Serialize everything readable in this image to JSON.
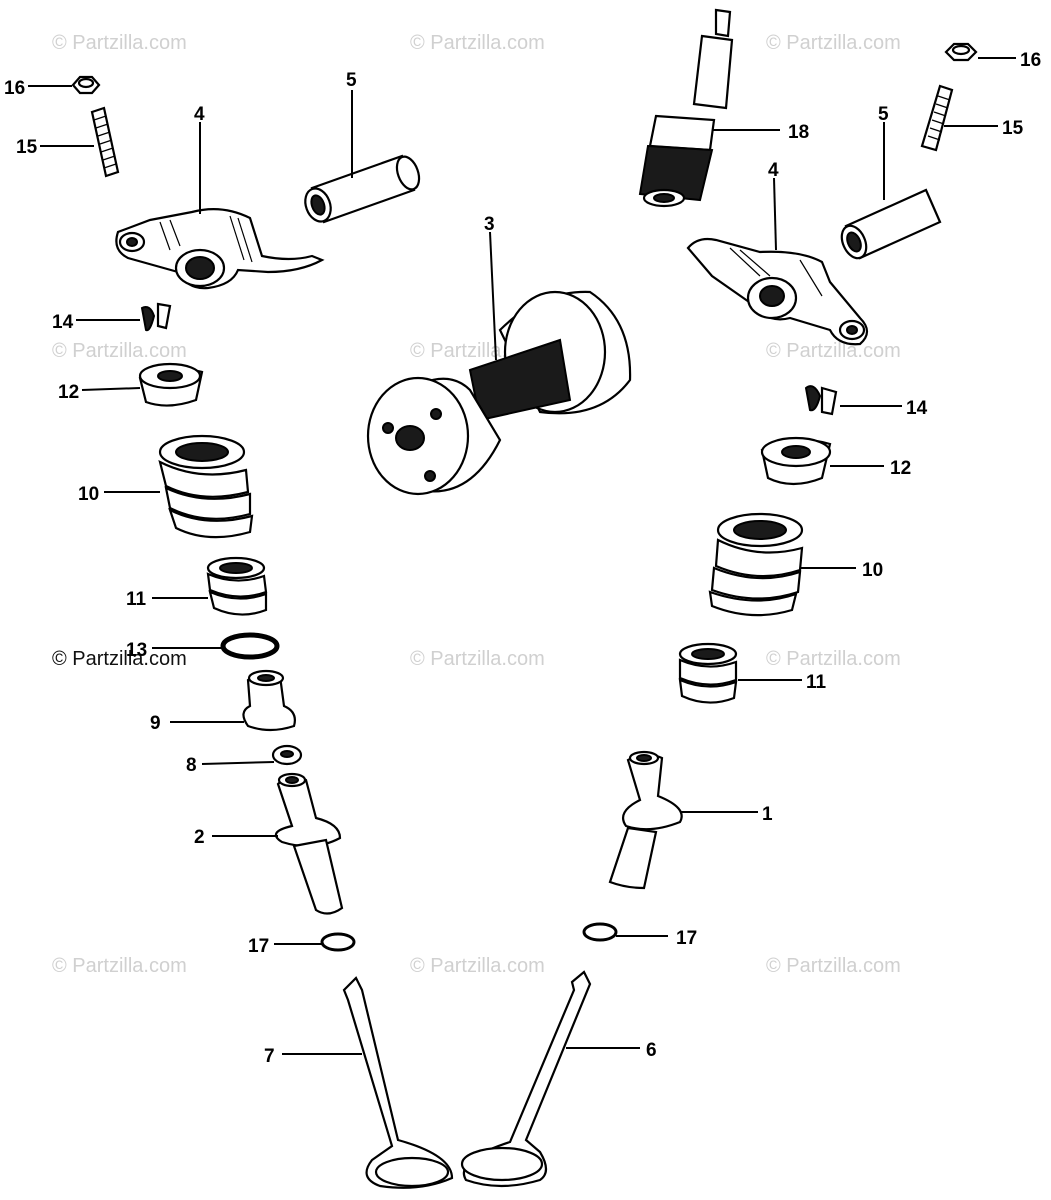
{
  "watermark": {
    "text": "© Partzilla.com",
    "main_text": "© Partzilla.com"
  },
  "callouts": [
    {
      "id": "c16L",
      "label": "16",
      "part": "nut"
    },
    {
      "id": "c15L",
      "label": "15",
      "part": "stud"
    },
    {
      "id": "c4L",
      "label": "4",
      "part": "rocker-arm"
    },
    {
      "id": "c5L",
      "label": "5",
      "part": "rocker-arm-shaft"
    },
    {
      "id": "c14L",
      "label": "14",
      "part": "valve-cotter"
    },
    {
      "id": "c12L",
      "label": "12",
      "part": "spring-retainer"
    },
    {
      "id": "c10L",
      "label": "10",
      "part": "outer-valve-spring"
    },
    {
      "id": "c11L",
      "label": "11",
      "part": "inner-valve-spring"
    },
    {
      "id": "c13L",
      "label": "13",
      "part": "spring-seat-ring"
    },
    {
      "id": "c9L",
      "label": "9",
      "part": "spring-seat"
    },
    {
      "id": "c8L",
      "label": "8",
      "part": "stem-seal"
    },
    {
      "id": "c2L",
      "label": "2",
      "part": "valve-guide"
    },
    {
      "id": "c17L",
      "label": "17",
      "part": "o-ring"
    },
    {
      "id": "c7L",
      "label": "7",
      "part": "exhaust-valve"
    },
    {
      "id": "c3",
      "label": "3",
      "part": "camshaft"
    },
    {
      "id": "c18",
      "label": "18",
      "part": "spark-plug"
    },
    {
      "id": "c16R",
      "label": "16",
      "part": "nut"
    },
    {
      "id": "c15R",
      "label": "15",
      "part": "stud"
    },
    {
      "id": "c5R",
      "label": "5",
      "part": "rocker-arm-shaft"
    },
    {
      "id": "c4R",
      "label": "4",
      "part": "rocker-arm"
    },
    {
      "id": "c14R",
      "label": "14",
      "part": "valve-cotter"
    },
    {
      "id": "c12R",
      "label": "12",
      "part": "spring-retainer"
    },
    {
      "id": "c10R",
      "label": "10",
      "part": "outer-valve-spring"
    },
    {
      "id": "c11R",
      "label": "11",
      "part": "inner-valve-spring"
    },
    {
      "id": "c1R",
      "label": "1",
      "part": "valve-guide"
    },
    {
      "id": "c17R",
      "label": "17",
      "part": "o-ring"
    },
    {
      "id": "c6R",
      "label": "6",
      "part": "intake-valve"
    }
  ]
}
